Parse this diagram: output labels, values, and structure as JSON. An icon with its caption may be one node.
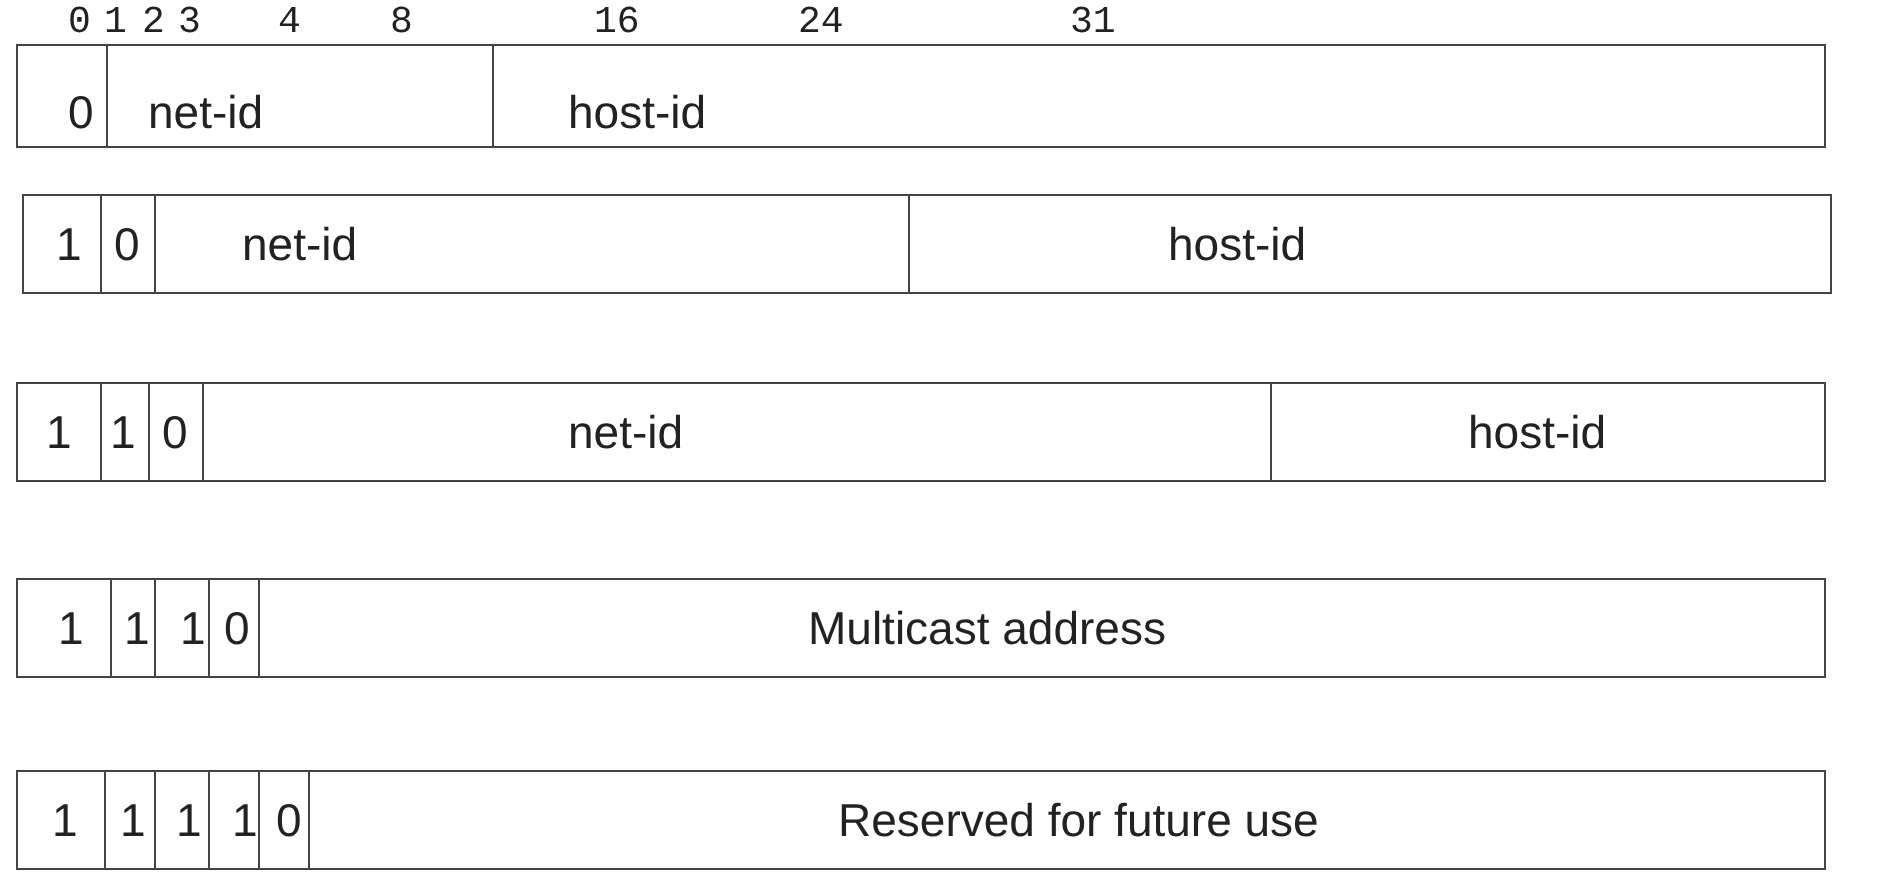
{
  "diagram": {
    "nodes": [
      {
        "text": [],
        "shape": "box"
      },
      {
        "text": [
          "0"
        ],
        "in": 0
      },
      {
        "text": [
          "net-id"
        ],
        "in": 0
      },
      {
        "text": [
          "host-id"
        ],
        "in": 0
      },
      {
        "text": [],
        "shape": "box"
      },
      {
        "text": [
          "1"
        ],
        "in": 4
      },
      {
        "text": [
          "0"
        ],
        "in": 4
      },
      {
        "text": [
          "net-id"
        ],
        "in": 4
      },
      {
        "text": [
          "host-id"
        ],
        "in": 4
      },
      {
        "text": [],
        "shape": "box"
      },
      {
        "text": [
          "1"
        ],
        "in": 9
      },
      {
        "text": [
          "1"
        ],
        "in": 9
      },
      {
        "text": [
          "0"
        ],
        "in": 9
      },
      {
        "text": [
          "net-id"
        ],
        "in": 9
      },
      {
        "text": [
          "host-id"
        ],
        "in": 9
      },
      {
        "text": [],
        "shape": "box"
      },
      {
        "text": [
          "1"
        ],
        "in": 15
      },
      {
        "text": [
          "1"
        ],
        "in": 15
      },
      {
        "text": [
          "1"
        ],
        "in": 15
      },
      {
        "text": [
          "0"
        ],
        "in": 15
      },
      {
        "text": [
          "Multicast address"
        ],
        "in": 15
      },
      {
        "text": [],
        "shape": "box"
      },
      {
        "text": [
          "1"
        ],
        "in": 21
      },
      {
        "text": [
          "1"
        ],
        "in": 21
      },
      {
        "text": [
          "1"
        ],
        "in": 21
      },
      {
        "text": [
          "1"
        ],
        "in": 21
      },
      {
        "text": [
          "0"
        ],
        "in": 21
      },
      {
        "text": [
          "Reserved for future use"
        ],
        "in": 21
      }
    ],
    "edges": [],
    "labels": [
      "0",
      "1",
      "2",
      "3",
      "4",
      "8",
      "16",
      "24",
      "31"
    ]
  }
}
